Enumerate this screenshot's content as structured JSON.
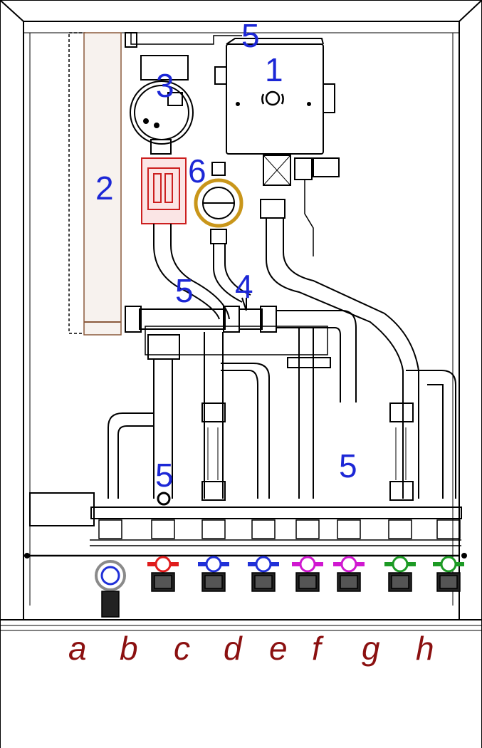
{
  "callouts": [
    "1",
    "2",
    "3",
    "4",
    "5",
    "5",
    "5",
    "5",
    "6"
  ],
  "outlets": [
    "a",
    "b",
    "c",
    "d",
    "e",
    "f",
    "g",
    "h"
  ],
  "colors": {
    "label_number": "#1c27d6",
    "label_letter": "#8b1010",
    "pump": "#cc1f1f",
    "meter_ring": "#c9961a",
    "valve_red": "#e01c1c",
    "valve_blue": "#2030d8",
    "valve_magenta": "#d018d0",
    "valve_green": "#1c9a24",
    "valve_gray": "#8a8a8a"
  }
}
